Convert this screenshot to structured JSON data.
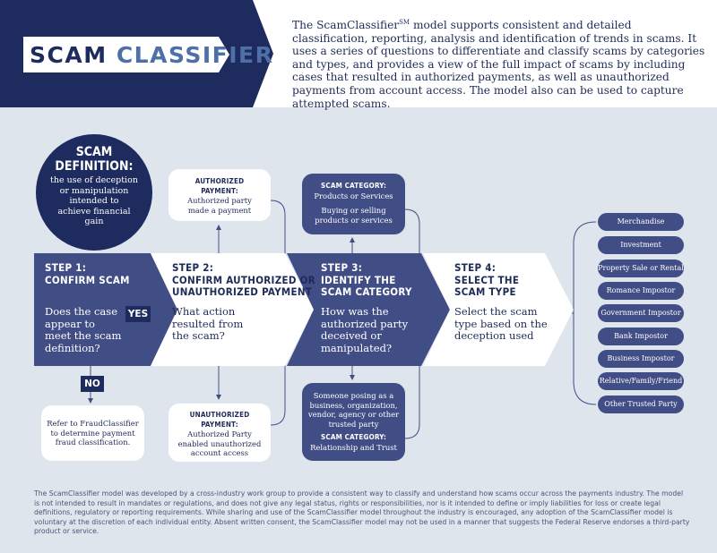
{
  "header": {
    "logo_part1": "SCAM",
    "logo_part2": "CLASSIFIER",
    "intro_brand": "The ScamClassifier",
    "intro_sup": "SM",
    "intro_text": " model supports consistent and detailed classification, reporting, analysis and identification of trends in scams. It uses a series of questions to differentiate and classify scams by categories and types, and provides a view of the full impact of scams by including cases that resulted in authorized payments, as well as unauthorized payments from account access. The model also can be used to capture attempted scams."
  },
  "definition": {
    "title_line1": "SCAM",
    "title_line2": "DEFINITION:",
    "body_lines": [
      "the use of deception",
      "or manipulation",
      "intended to",
      "achieve financial",
      "gain"
    ]
  },
  "steps": [
    {
      "title_lines": [
        "STEP 1:",
        "CONFIRM SCAM"
      ],
      "question_lines": [
        "Does the case",
        "appear to",
        "meet the scam",
        "definition?"
      ]
    },
    {
      "title_lines": [
        "STEP 2:",
        "CONFIRM AUTHORIZED OR",
        "UNAUTHORIZED PAYMENT"
      ],
      "question_lines": [
        "What action",
        "resulted from",
        "the scam?"
      ]
    },
    {
      "title_lines": [
        "STEP 3:",
        "IDENTIFY THE",
        "SCAM CATEGORY"
      ],
      "question_lines": [
        "How was the",
        "authorized party",
        "deceived or",
        "manipulated?"
      ]
    },
    {
      "title_lines": [
        "STEP 4:",
        "SELECT THE",
        "SCAM TYPE"
      ],
      "question_lines": [
        "Select the scam",
        "type based on the",
        "deception used"
      ]
    }
  ],
  "yes_label": "YES",
  "no_label": "NO",
  "no_result_lines": [
    "Refer to FraudClassifier",
    "to determine payment",
    "fraud classification."
  ],
  "authorized": {
    "title_lines": [
      "AUTHORIZED",
      "PAYMENT:"
    ],
    "body_lines": [
      "Authorized party",
      "made a payment"
    ]
  },
  "unauthorized": {
    "title_lines": [
      "UNAUTHORIZED",
      "PAYMENT:"
    ],
    "body_lines": [
      "Authorized Party",
      "enabled unauthorized",
      "account access"
    ]
  },
  "category_products": {
    "title": "SCAM CATEGORY:",
    "subtitle": "Products or Services",
    "body_lines": [
      "Buying or selling",
      "products or services"
    ]
  },
  "category_relationship": {
    "body_lines": [
      "Someone posing as a",
      "business, organization,",
      "vendor, agency or other",
      "trusted party"
    ],
    "title": "SCAM CATEGORY:",
    "subtitle": "Relationship and Trust"
  },
  "scam_types": [
    "Merchandise",
    "Investment",
    "Property Sale or Rental",
    "Romance Impostor",
    "Government Impostor",
    "Bank Impostor",
    "Business Impostor",
    "Relative/Family/Friend",
    "Other Trusted Party"
  ],
  "footer": "The ScamClassifier model was developed by a cross-industry work group to provide a consistent way to classify and understand how scams occur across the payments industry. The model is not intended to result in mandates or regulations, and does not give any legal status, rights or responsibilities, nor is it intended to define or imply liabilities for loss or create legal definitions, regulatory or reporting requirements. While sharing and use of the ScamClassifier model throughout the industry is encouraged, any adoption of the ScamClassifier model is voluntary at the discretion of each individual entity. Absent written consent, the ScamClassifier model may not be used in a manner that suggests the Federal Reserve endorses a third-party product or service.",
  "colors": {
    "navy": "#1e2b5e",
    "slate": "#414e86",
    "background": "#dfe5ed",
    "white": "#ffffff"
  }
}
